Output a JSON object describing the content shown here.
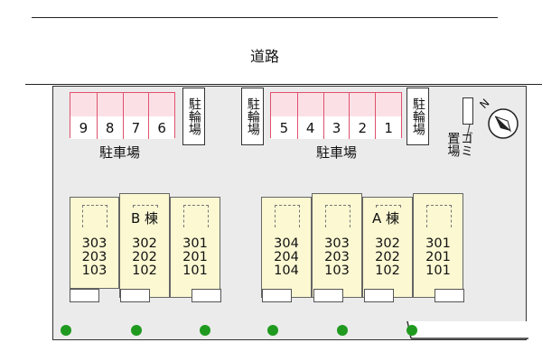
{
  "road": {
    "label": "道路"
  },
  "parking_left": {
    "label": "駐車場",
    "spaces": [
      "9",
      "8",
      "7",
      "6"
    ]
  },
  "parking_right": {
    "label": "駐車場",
    "spaces": [
      "5",
      "4",
      "3",
      "2",
      "1"
    ]
  },
  "bicycle_parking": {
    "label": "駐輪場"
  },
  "garbage": {
    "label": "ゴミ置場"
  },
  "compass": {
    "direction": "N",
    "icon": "north-compass-icon"
  },
  "building_b": {
    "label": "B 棟",
    "units": [
      {
        "rooms": [
          "303",
          "203",
          "103"
        ]
      },
      {
        "rooms": [
          "302",
          "202",
          "102"
        ]
      },
      {
        "rooms": [
          "301",
          "201",
          "101"
        ]
      }
    ]
  },
  "building_a": {
    "label": "A 棟",
    "units": [
      {
        "rooms": [
          "304",
          "204",
          "104"
        ]
      },
      {
        "rooms": [
          "303",
          "203",
          "103"
        ]
      },
      {
        "rooms": [
          "302",
          "202",
          "102"
        ]
      },
      {
        "rooms": [
          "301",
          "201",
          "101"
        ]
      }
    ]
  },
  "colors": {
    "parking_outline": "#e0506e",
    "parking_fill": "#fbe1e6",
    "building_fill": "#fbf8d2",
    "lot_fill": "#ebebeb",
    "tree": "#1f9a1f"
  }
}
